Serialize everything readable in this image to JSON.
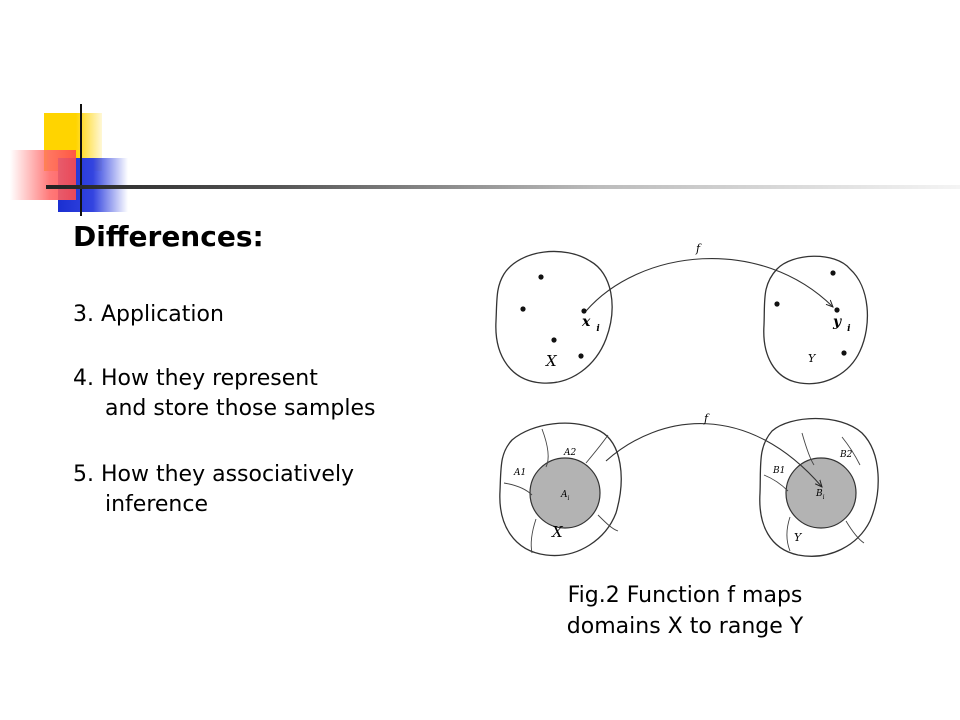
{
  "slide": {
    "heading": "Differences:",
    "items": [
      {
        "line1": "3. Application",
        "line2": ""
      },
      {
        "line1": "4. How they represent",
        "line2": "and store those samples"
      },
      {
        "line1": "5. How they associatively",
        "line2": "inference"
      }
    ]
  },
  "figure": {
    "top": {
      "f": "f",
      "xi_base": "x",
      "xi_sub": "i",
      "yi_base": "y",
      "yi_sub": "i",
      "X": "X",
      "Y": "Y"
    },
    "bottom": {
      "f": "f",
      "A1": "A1",
      "A2": "A2",
      "Ai": "A",
      "Ai_sub": "i",
      "B1": "B1",
      "B2": "B2",
      "Bi": "B",
      "Bi_sub": "i",
      "X": "X",
      "Y": "Y"
    },
    "caption_line1": "Fig.2  Function f maps",
    "caption_line2": "domains X to range Y"
  },
  "colors": {
    "yellow": "#ffd400",
    "blue": "#1a2fd1",
    "red": "#ff6b6b",
    "disk_fill": "#b3b3b3"
  }
}
